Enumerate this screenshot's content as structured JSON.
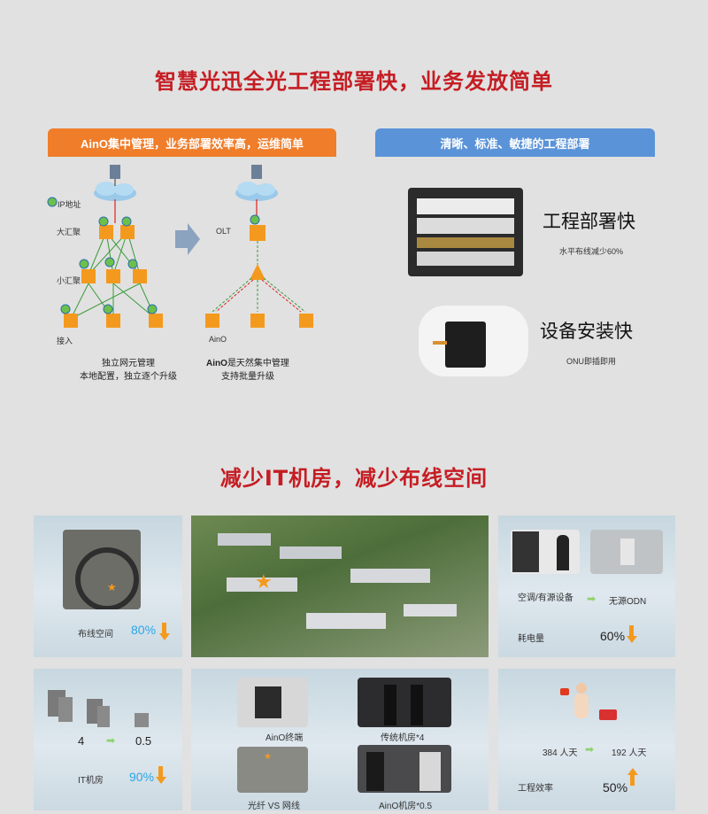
{
  "section1": {
    "title": "智慧光迅全光工程部署快，业务发放简单",
    "left_banner": "AinO集中管理，业务部署效率高，运维简单",
    "right_banner": "清晰、标准、敏捷的工程部署",
    "legend": "IP地址",
    "labels": {
      "core": "大汇聚",
      "mid": "小汇聚",
      "access": "接入",
      "olt": "OLT",
      "aino": "AinO"
    },
    "left_caption": [
      "独立网元管理",
      "本地配置，独立逐个升级"
    ],
    "right_caption_brand": "AinO",
    "right_caption": [
      "是天然集中管理",
      "支持批量升级"
    ],
    "feature1_title": "工程部署快",
    "feature1_sub": "水平布线减少60%",
    "feature2_title": "设备安装快",
    "feature2_sub": "ONU即插即用"
  },
  "section2": {
    "title": "减少IT机房，减少布线空间",
    "wiring_label": "布线空间",
    "wiring_pct": "80%",
    "ac_label": "空调/有源设备",
    "odn_label": "无源ODN",
    "power_label": "耗电量",
    "power_pct": "60%",
    "it_from": "4",
    "it_to": "0.5",
    "it_label": "IT机房",
    "it_pct": "90%",
    "photo_labels": [
      "AinO终端",
      "传统机房*4",
      "光纤 VS 网线",
      "AinO机房*0.5"
    ],
    "work_from": "384 人天",
    "work_to": "192 人天",
    "work_label": "工程效率",
    "work_pct": "50%"
  },
  "colors": {
    "title_red": "#c51d23",
    "orange": "#ef7d2a",
    "blue": "#5a93d8",
    "cyan": "#2aa6e6",
    "arrow_orange": "#f39a1e",
    "arrow_green": "#8bd36a"
  }
}
